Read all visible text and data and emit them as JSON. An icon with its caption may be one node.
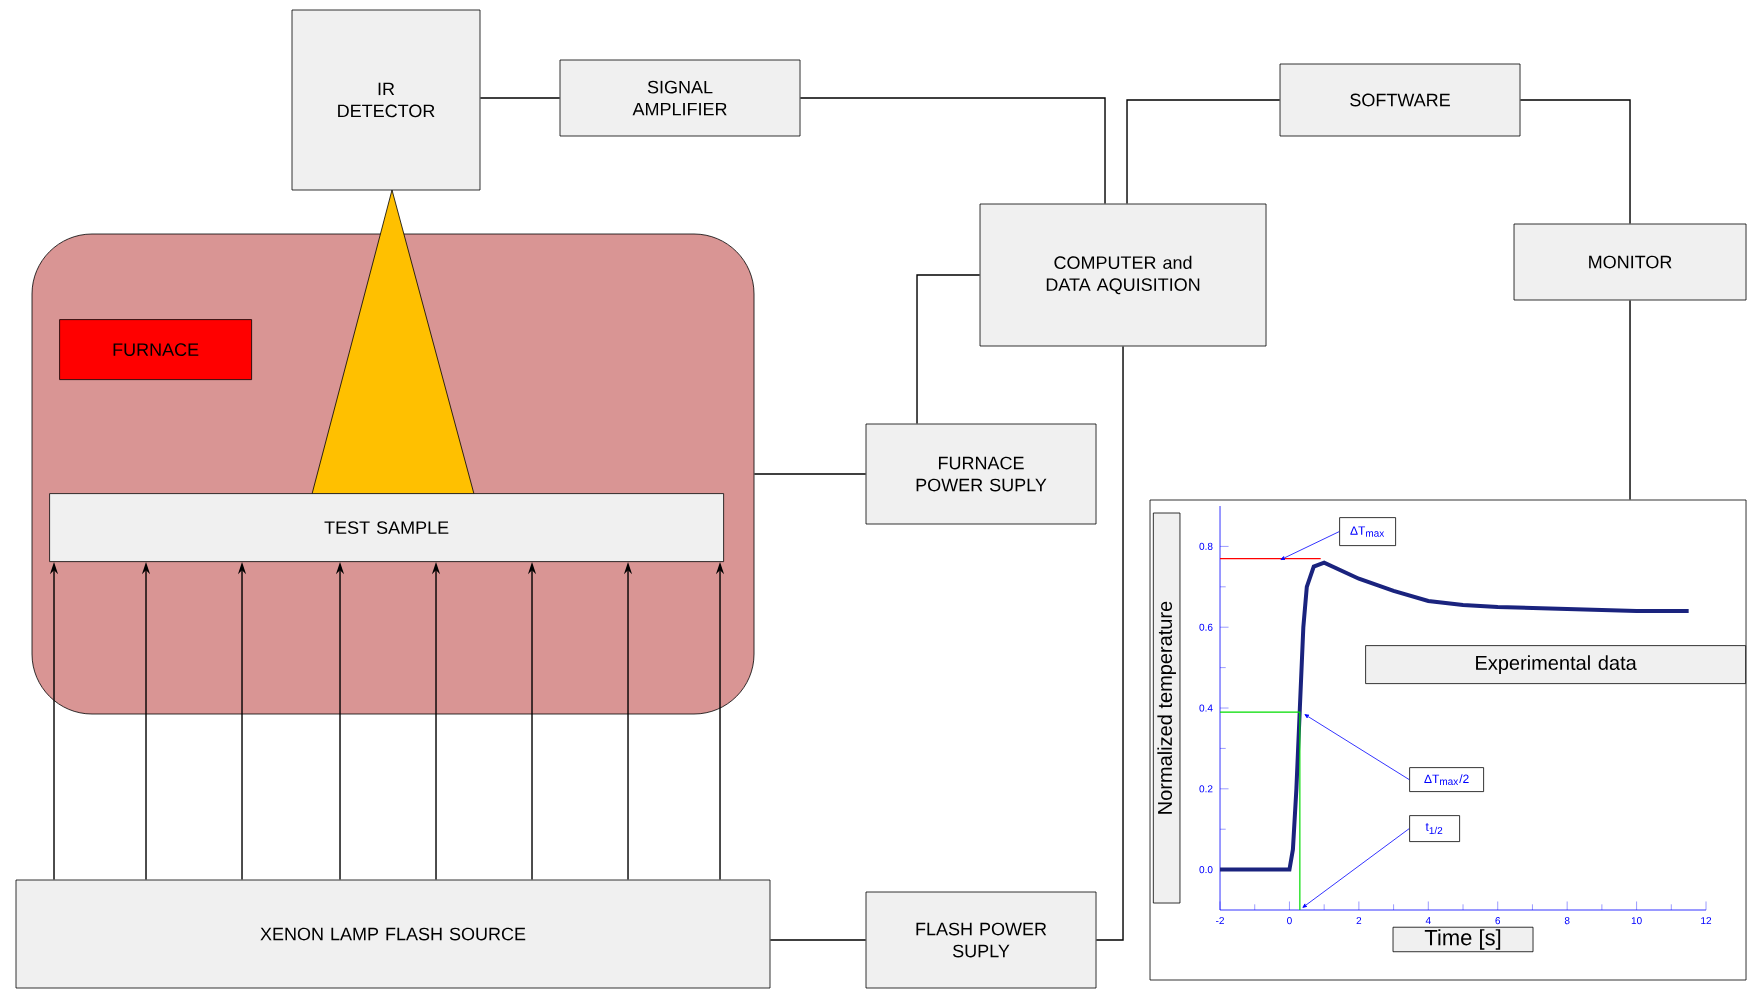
{
  "diagram": {
    "nodes": [
      {
        "text": [
          "IR DETECTOR"
        ]
      },
      {
        "text": [
          "SIGNAL AMPLIFIER"
        ]
      },
      {
        "text": [
          "SOFTWARE"
        ]
      },
      {
        "text": [
          "COMPUTER and DATA AQUISITION"
        ]
      },
      {
        "text": [
          "MONITOR"
        ]
      },
      {
        "text": [],
        "shape": "box"
      },
      {
        "text": [
          "FURNACE"
        ],
        "in": 5
      },
      {
        "text": [
          "FURNACE POWER SUPLY"
        ]
      },
      {
        "text": [
          "TEST SAMPLE"
        ],
        "in": 5
      },
      {
        "text": [],
        "shape": "picture"
      },
      {
        "text": [
          "XENON LAMP FLASH SOURCE"
        ]
      },
      {
        "text": [
          "FLASH POWER SUPLY"
        ]
      },
      {
        "text": [
          "ΔT$_{max}$"
        ],
        "in": 9
      },
      {
        "text": [
          "Experimental data"
        ],
        "in": 9
      },
      {
        "text": [
          "ΔT$_{max}$/2"
        ],
        "in": 9
      },
      {
        "text": [
          "t$_{1/2}$"
        ],
        "in": 9
      }
    ],
    "edges": [
      {
        "from": 0,
        "to": 1,
        "arrow": "none"
      },
      {
        "from": 1,
        "to": 3,
        "arrow": "none"
      },
      {
        "from": 3,
        "to": 2,
        "arrow": "none"
      },
      {
        "from": 2,
        "to": 4,
        "arrow": "none"
      },
      {
        "from": 4,
        "to": 9,
        "arrow": "none"
      },
      {
        "from": 3,
        "to": 7,
        "arrow": "none"
      },
      {
        "from": 7,
        "to": 5,
        "arrow": "none"
      },
      {
        "from": 11,
        "to": 3,
        "arrow": "none"
      },
      {
        "from": 11,
        "to": 10,
        "arrow": "none"
      },
      {
        "from": 10,
        "to": 8,
        "arrow": "to"
      },
      {
        "from": 10,
        "to": 8,
        "arrow": "to"
      },
      {
        "from": 10,
        "to": 8,
        "arrow": "to"
      },
      {
        "from": 10,
        "to": 8,
        "arrow": "to"
      },
      {
        "from": 10,
        "to": 8,
        "arrow": "to"
      },
      {
        "from": 10,
        "to": 8,
        "arrow": "to"
      },
      {
        "from": 10,
        "to": 8,
        "arrow": "to"
      },
      {
        "from": 10,
        "to": 8,
        "arrow": "to"
      },
      {
        "from": 12,
        "to": null,
        "arrow": "to",
        "color": "#0000ff"
      },
      {
        "from": 14,
        "to": null,
        "arrow": "to",
        "color": "#0000ff"
      },
      {
        "from": 15,
        "to": null,
        "arrow": "to",
        "color": "#0000ff"
      }
    ],
    "chart_data": {
      "type": "line",
      "xlabel": "Time [s]",
      "ylabel": "Normalized temperature",
      "series": [
        {
          "color": "#1a237e",
          "x": [
            -2,
            -0.3,
            -0.1,
            0,
            0.1,
            0.2,
            0.3,
            0.4,
            0.5,
            0.7,
            1,
            2,
            3,
            4,
            5,
            6,
            8,
            10,
            11.5
          ],
          "values": [
            0,
            0,
            0,
            0,
            0.05,
            0.2,
            0.4,
            0.6,
            0.7,
            0.75,
            0.76,
            0.72,
            0.69,
            0.665,
            0.655,
            0.65,
            0.645,
            0.64,
            0.64
          ]
        },
        {
          "color": "#ff0000",
          "x": [
            -2,
            0.9
          ],
          "values": [
            0.77,
            0.77
          ]
        },
        {
          "color": "#00dd00",
          "x": [
            -2,
            0.3,
            0.3
          ],
          "values": [
            0.39,
            0.39,
            -0.1
          ]
        }
      ],
      "xlim": [
        -2,
        12
      ],
      "ylim": [
        -0.1,
        0.9
      ],
      "xticks": [
        -2,
        0,
        2,
        4,
        6,
        8,
        10,
        12
      ],
      "yticks": [
        {
          "value": 0,
          "label": "0.0"
        },
        {
          "value": 0.2,
          "label": "0.2"
        },
        {
          "value": 0.4,
          "label": "0.4"
        },
        {
          "value": 0.6,
          "label": "0.6"
        },
        {
          "value": 0.8,
          "label": "0.8"
        }
      ]
    }
  }
}
